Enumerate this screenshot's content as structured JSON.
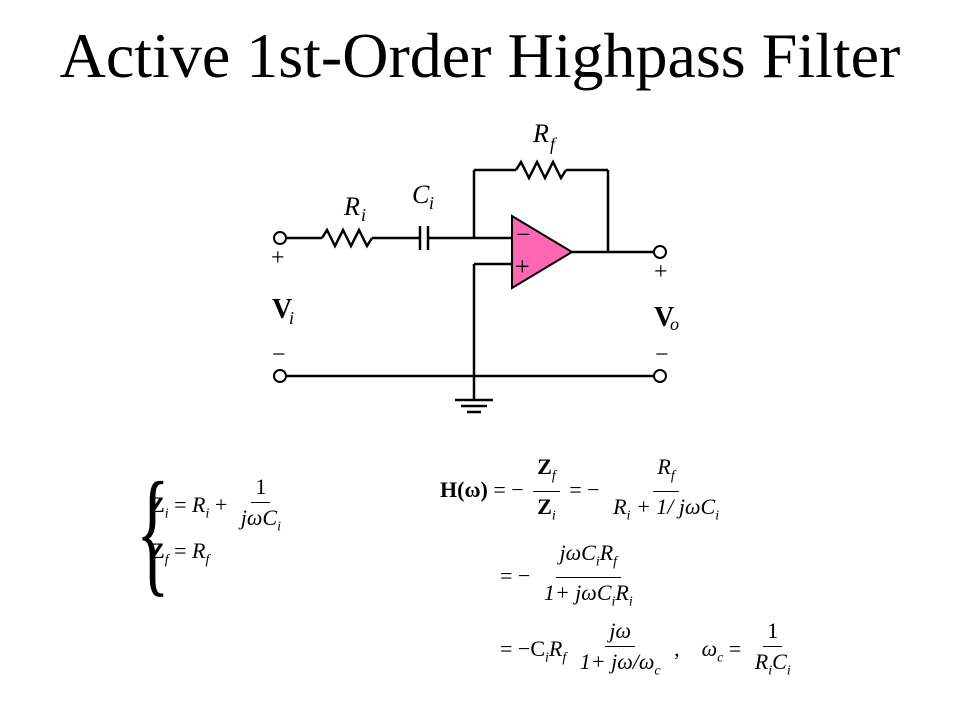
{
  "title": "Active 1st-Order Highpass Filter",
  "circuit": {
    "labels": {
      "rf": "R",
      "rf_sub": "f",
      "ri": "R",
      "ri_sub": "i",
      "ci": "C",
      "ci_sub": "i",
      "minus_in": "−",
      "plus_in": "+",
      "vi": "V",
      "vi_sub": "i",
      "vo": "V",
      "vo_sub": "o",
      "vi_plus": "+",
      "vi_minus": "−",
      "vo_plus": "+",
      "vo_minus": "−"
    },
    "opamp_color": "#ff66b2"
  },
  "equations": {
    "zi": {
      "lhs": "Z",
      "lhs_sub": "i",
      "eq": "=",
      "r": "R",
      "r_sub": "i",
      "plus": "+",
      "num": "1",
      "den": "jωC",
      "den_sub": "i"
    },
    "zf": {
      "lhs": "Z",
      "lhs_sub": "f",
      "eq": "=",
      "r": "R",
      "r_sub": "f"
    },
    "h1": {
      "lhs": "H(ω)",
      "eq1": "= −",
      "num1": "Z",
      "num1_sub": "f",
      "den1": "Z",
      "den1_sub": "i",
      "eq2": "= −",
      "num2": "R",
      "num2_sub": "f",
      "den2_a": "R",
      "den2_a_sub": "i",
      "den2_b": "+ 1/ jωC",
      "den2_b_sub": "i"
    },
    "h2": {
      "eq": "= −",
      "num": "jωC",
      "num_sub1": "i",
      "num_mid": "R",
      "num_sub2": "f",
      "den": "1+ jωC",
      "den_sub1": "i",
      "den_mid": "R",
      "den_sub2": "i"
    },
    "h3": {
      "eq": "= −C",
      "sub1": "i",
      "mid": "R",
      "sub2": "f",
      "num": "jω",
      "den": "1+ jω/ω",
      "den_sub": "c",
      "comma": ",",
      "wc": "ω",
      "wc_sub": "c",
      "wc_eq": "=",
      "wc_num": "1",
      "wc_den_a": "R",
      "wc_den_a_sub": "i",
      "wc_den_b": "C",
      "wc_den_b_sub": "i"
    }
  }
}
